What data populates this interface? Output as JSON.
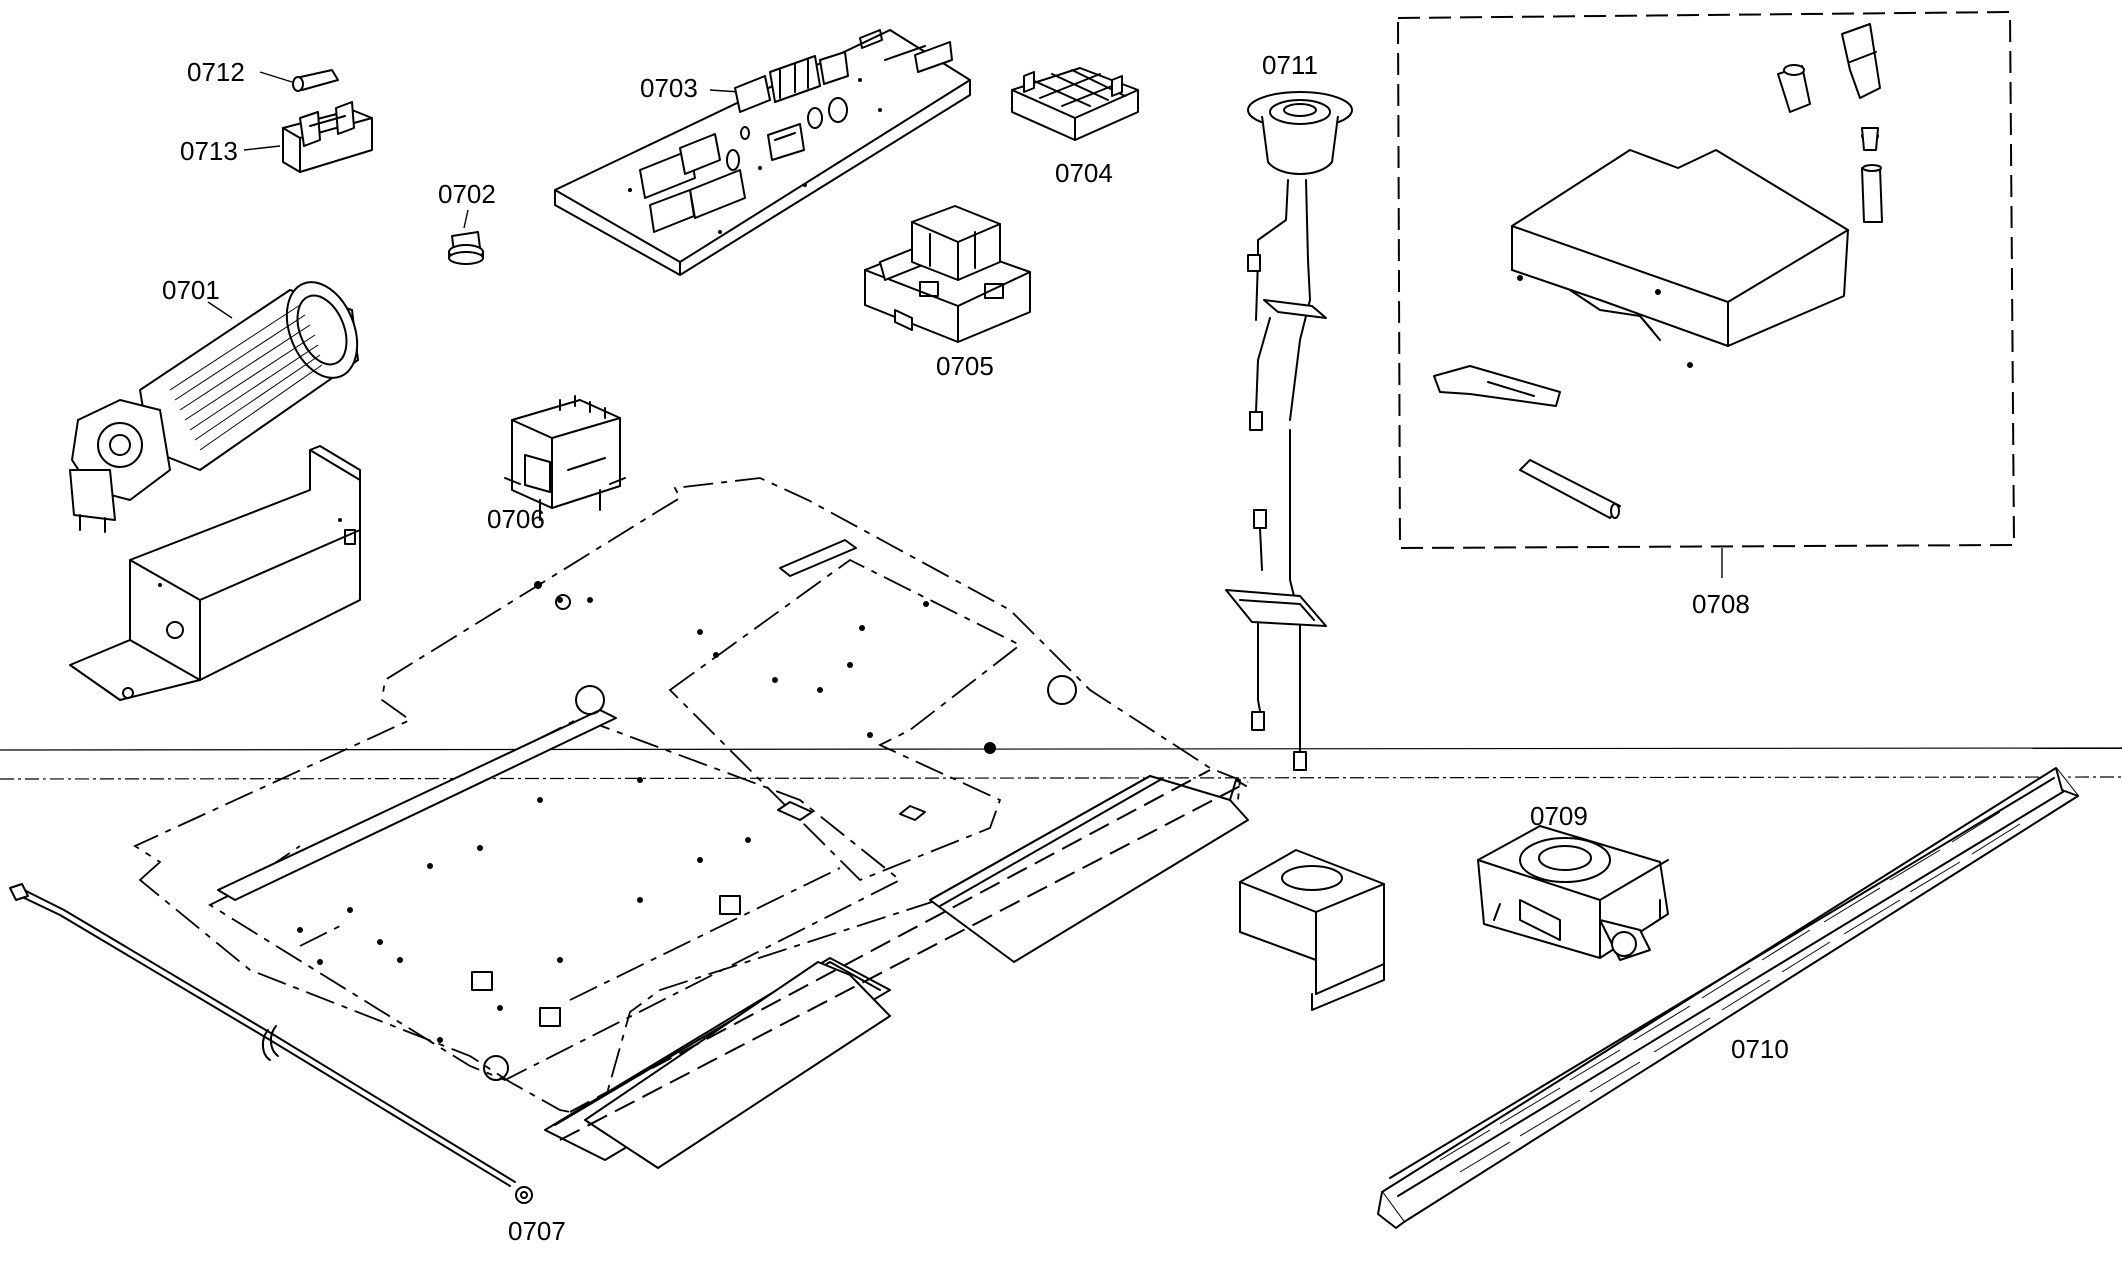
{
  "diagram": {
    "parts": [
      {
        "id": "0701"
      },
      {
        "id": "0702"
      },
      {
        "id": "0703"
      },
      {
        "id": "0704"
      },
      {
        "id": "0705"
      },
      {
        "id": "0706"
      },
      {
        "id": "0707"
      },
      {
        "id": "0708"
      },
      {
        "id": "0709"
      },
      {
        "id": "0710"
      },
      {
        "id": "0711"
      },
      {
        "id": "0712"
      },
      {
        "id": "0713"
      }
    ]
  }
}
